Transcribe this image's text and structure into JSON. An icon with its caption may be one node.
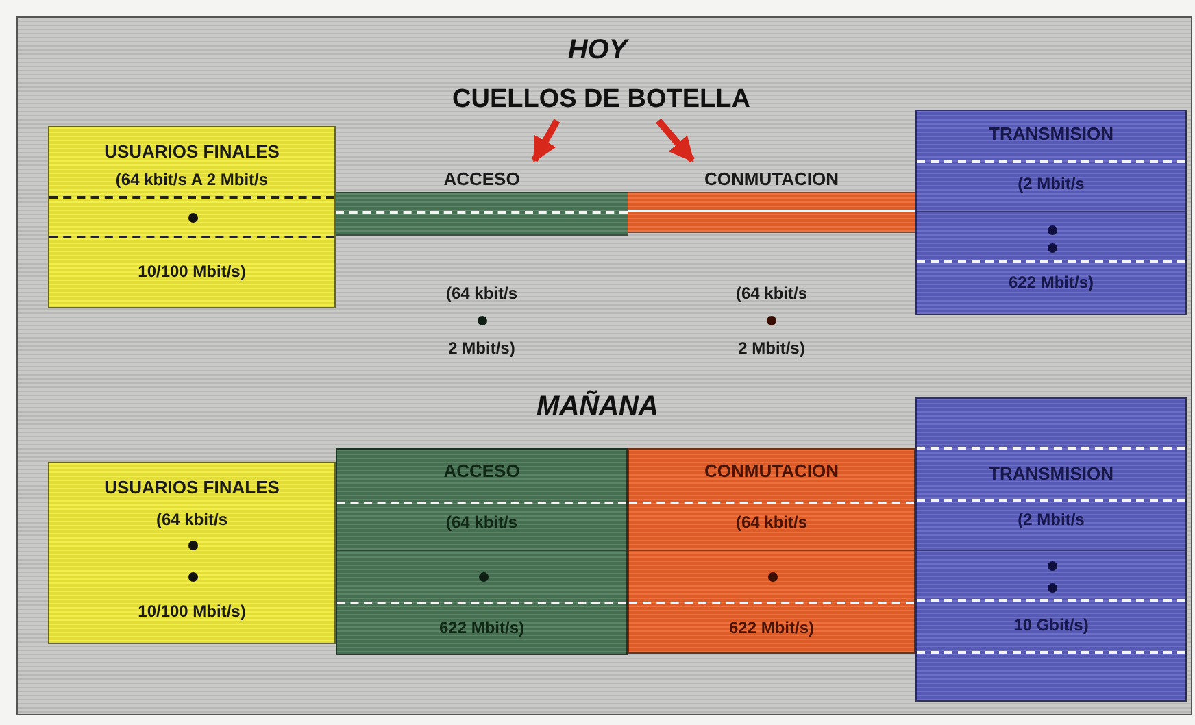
{
  "diagram": {
    "nodes": [
      {
        "text": [
          "USUARIOS FINALES",
          "(64 kbit/s A 2 Mbit/s",
          "10/100 Mbit/s)"
        ]
      },
      {
        "text": [
          "ACCESO",
          "(64 kbit/s",
          "2 Mbit/s)"
        ]
      },
      {
        "text": [
          "CONMUTACION",
          "(64 kbit/s",
          "2 Mbit/s)"
        ]
      },
      {
        "text": [
          "TRANSMISION",
          "(2 Mbit/s",
          "622 Mbit/s)"
        ]
      },
      {
        "text": [
          "CUELLOS DE BOTELLA"
        ]
      },
      {
        "text": [
          "USUARIOS FINALES",
          "(64 kbit/s",
          "10/100 Mbit/s)"
        ]
      },
      {
        "text": [
          "ACCESO",
          "(64 kbit/s",
          "622 Mbit/s)"
        ]
      },
      {
        "text": [
          "CONMUTACION",
          "(64 kbit/s",
          "622 Mbit/s)"
        ]
      },
      {
        "text": [
          "TRANSMISION",
          "(2 Mbit/s",
          "10 Gbit/s)"
        ]
      }
    ],
    "edges": [
      {
        "from": 4,
        "to": 1,
        "arrow": "to",
        "color": "#d8281c"
      },
      {
        "from": 4,
        "to": 2,
        "arrow": "to",
        "color": "#d8281c"
      }
    ],
    "labels": [
      "HOY",
      "MAÑANA"
    ]
  }
}
